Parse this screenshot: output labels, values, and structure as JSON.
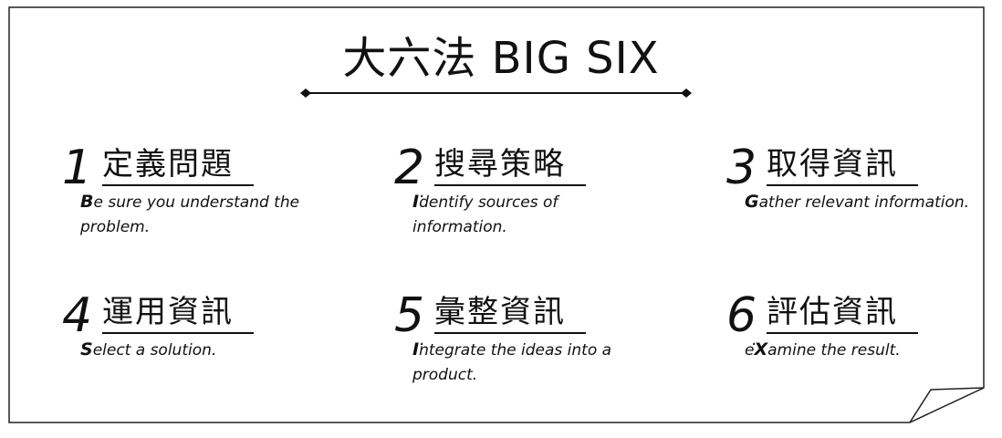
{
  "title": "大六法  BIG SIX",
  "steps": [
    {
      "num": "1",
      "title": "定義問題",
      "initial": "B",
      "rest": "e sure you understand the problem."
    },
    {
      "num": "2",
      "title": "搜尋策略",
      "initial": "I",
      "rest": "dentify sources of information."
    },
    {
      "num": "3",
      "title": "取得資訊",
      "initial": "G",
      "rest": "ather relevant information."
    },
    {
      "num": "4",
      "title": "運用資訊",
      "initial": "S",
      "rest": "elect a solution."
    },
    {
      "num": "5",
      "title": "彙整資訊",
      "initial": "I",
      "rest": "ntegrate the ideas into a product."
    },
    {
      "num": "6",
      "title": "評估資訊",
      "prefix": "e",
      "initial": "X",
      "rest": "amine the result."
    }
  ]
}
